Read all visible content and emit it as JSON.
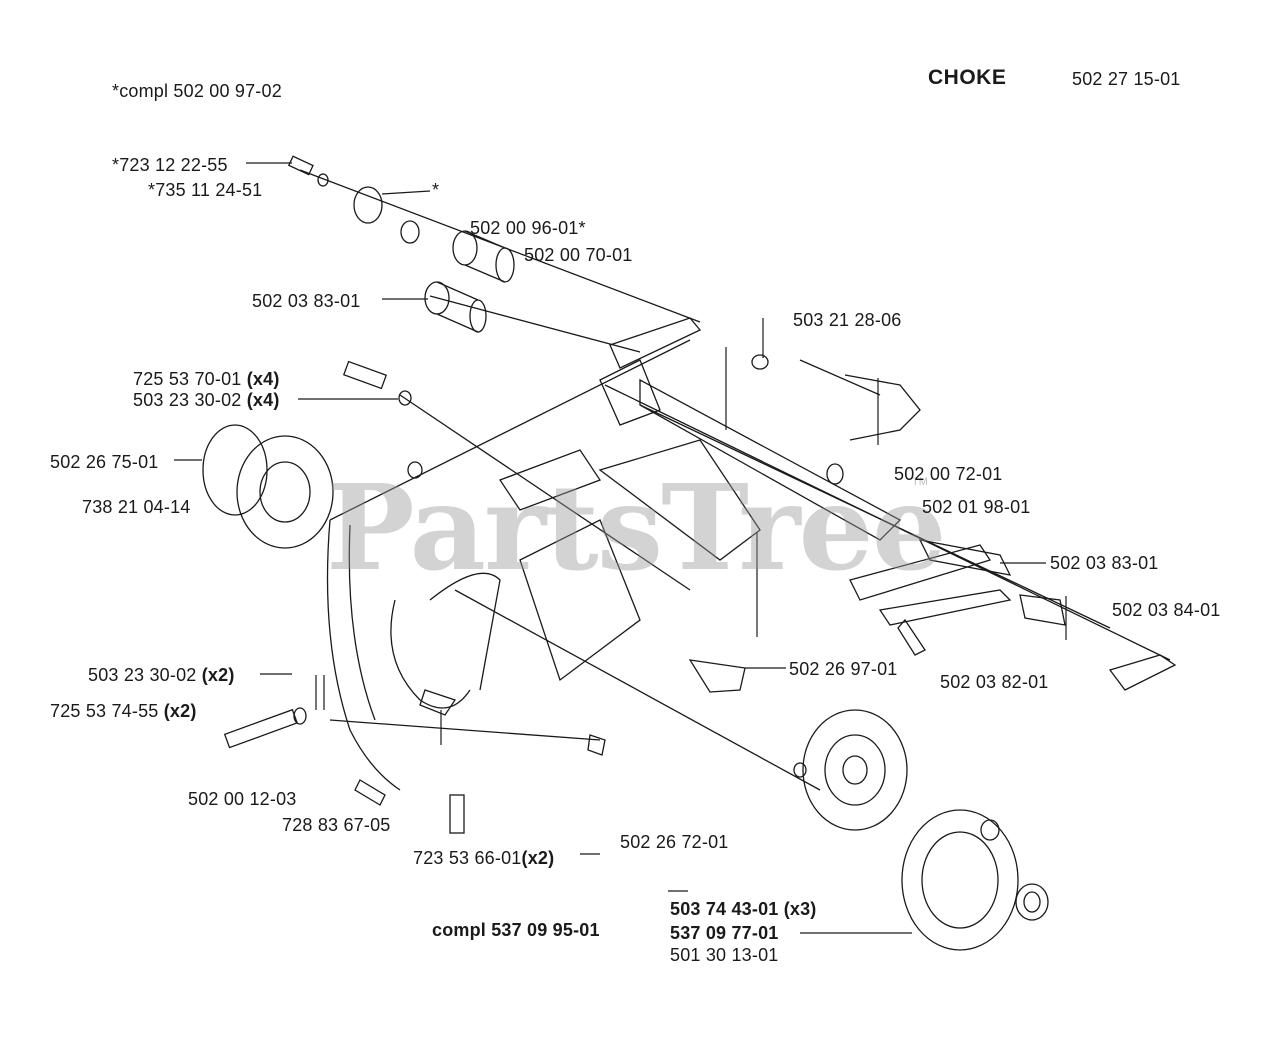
{
  "header": {
    "choke_title": "CHOKE",
    "choke_part": "502 27 15-01",
    "compl_top": "*compl 502 00 97-02"
  },
  "parts": {
    "p1": "*723 12 22-55",
    "p2": "*735 11 24-51",
    "p2_star": "*",
    "p3": "502 00 96-01*",
    "p4": "502 00 70-01",
    "p5": "502 03 83-01",
    "p6": "503 21 28-06",
    "p7": "725 53 70-01",
    "p7_qty": "(x4)",
    "p8": "503 23 30-02",
    "p8_qty": "(x4)",
    "p9": "502 26 75-01",
    "p10": "738 21 04-14",
    "p11": "502 00 72-01",
    "p12": "502 01 98-01",
    "p13": "502 03 83-01",
    "p14": "502 03 84-01",
    "p15": "502 26 97-01",
    "p16": "502 03 82-01",
    "p17": "503 23 30-02",
    "p17_qty": "(x2)",
    "p18": "725 53 74-55",
    "p18_qty": "(x2)",
    "p19": "502 00 12-03",
    "p20": "728 83 67-05",
    "p21": "723 53 66-01",
    "p21_qty": "(x2)",
    "p22": "502 26 72-01",
    "p23": "503 74 43-01 (x3)",
    "p24": "537 09 77-01",
    "p25": "501 30 13-01",
    "compl_bottom": "compl 537 09 95-01"
  },
  "watermark": {
    "text": "PartsTree",
    "tm": "TM"
  }
}
